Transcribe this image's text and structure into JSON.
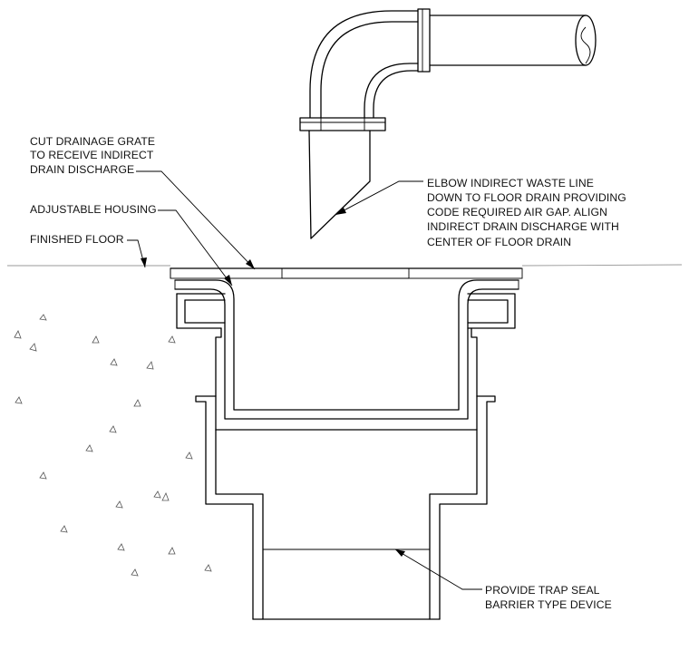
{
  "labels": {
    "cut_grate": [
      "CUT DRAINAGE GRATE",
      "TO RECEIVE INDIRECT",
      "DRAIN DISCHARGE"
    ],
    "adjustable_housing": [
      "ADJUSTABLE HOUSING"
    ],
    "finished_floor": [
      "FINISHED FLOOR"
    ],
    "elbow_note": [
      "ELBOW INDIRECT WASTE LINE",
      "DOWN TO FLOOR DRAIN PROVIDING",
      "CODE REQUIRED AIR GAP. ALIGN",
      "INDIRECT DRAIN DISCHARGE WITH",
      "CENTER OF FLOOR DRAIN"
    ],
    "trap_seal": [
      "PROVIDE TRAP SEAL",
      "BARRIER TYPE DEVICE"
    ]
  }
}
